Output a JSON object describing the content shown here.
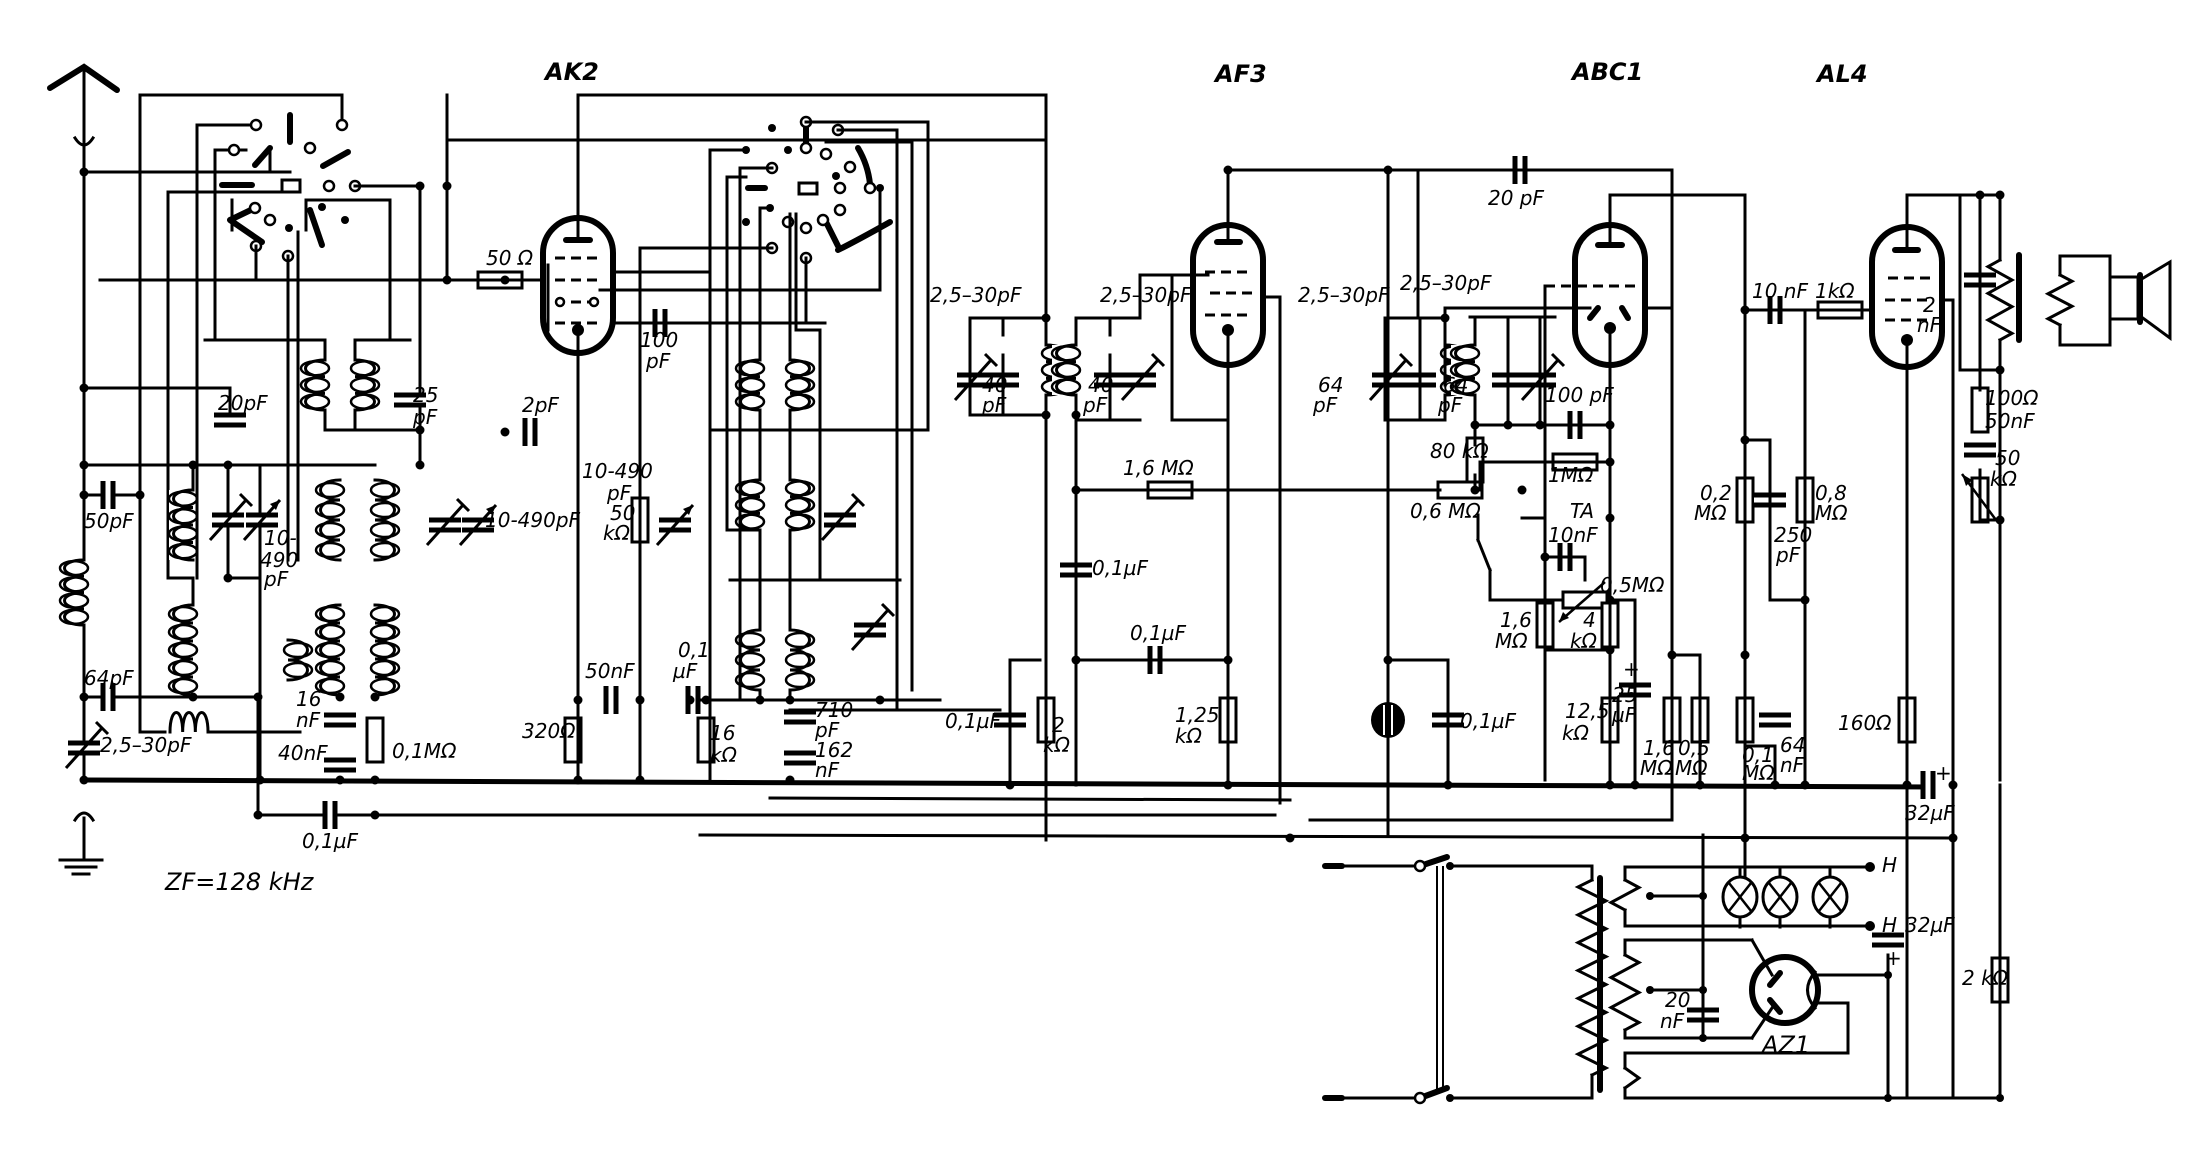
{
  "title": "Radio receiver schematic",
  "intermediate_frequency": "ZF=128 kHz",
  "tubes": [
    {
      "id": "ak2",
      "label": "AK2"
    },
    {
      "id": "af3",
      "label": "AF3"
    },
    {
      "id": "abc1",
      "label": "ABC1"
    },
    {
      "id": "al4",
      "label": "AL4"
    },
    {
      "id": "az1",
      "label": "AZ1"
    }
  ],
  "labels": {
    "c_20pF_ant": "20pF",
    "c_50pF": "50pF",
    "c_64pF_in": "64pF",
    "c_trim_in": "2,5–30pF",
    "c_var_in_a": "10-",
    "c_var_in_b": "490",
    "c_var_in_c": "pF",
    "c_16nF_a": "16",
    "c_16nF_b": "nF",
    "c_40nF": "40nF",
    "r_01M": "0,1MΩ",
    "c_01uF_bot": "0,1µF",
    "c_25pF_a": "25",
    "c_25pF_b": "pF",
    "c_var_osc": "10-490pF",
    "r_50ohm": "50 Ω",
    "c_2pF": "2pF",
    "c_100pF_a": "100",
    "c_100pF_b": "pF",
    "c_var_osc2_a": "10-490",
    "c_var_osc2_b": "pF",
    "r_50k_a": "50",
    "r_50k_b": "kΩ",
    "r_320": "320Ω",
    "c_50nF": "50nF",
    "c_01uF_g_a": "0,1",
    "c_01uF_g_b": "µF",
    "r_16k_a": "16",
    "r_16k_b": "kΩ",
    "c_710pF_a": "710",
    "c_710pF_b": "pF",
    "c_162nF_a": "162",
    "c_162nF_b": "nF",
    "c_if1_trim": "2,5–30pF",
    "c_if1_40_a": "40",
    "c_if1_40_b": "pF",
    "c_if1b_trim": "2,5–30pF",
    "c_if1b_40_a": "40",
    "c_if1b_40_b": "pF",
    "c_01uF_if": "0,1µF",
    "r_2k_a": "2",
    "r_2k_b": "kΩ",
    "r_16M_agc": "1,6 MΩ",
    "c_01uF_agc": "0,1µF",
    "c_01uF_agc2": "0,1µF",
    "r_125k_a": "1,25",
    "r_125k_b": "kΩ",
    "c_20pF_fb": "20 pF",
    "c_if2_trim": "2,5–30pF",
    "c_if2_64_a": "64",
    "c_if2_64_b": "pF",
    "c_if2b_trim": "2,5–30pF",
    "c_if2b_64_a": "64",
    "c_if2b_64_b": "pF",
    "c_100pF_det": "100 pF",
    "r_80k": "80 kΩ",
    "r_1M": "1MΩ",
    "r_06M": "0,6 MΩ",
    "ta": "TA",
    "c_10nF_ta": "10nF",
    "r_05M_pot": "0,5MΩ",
    "r_16M_a": "1,6",
    "r_16M_b": "MΩ",
    "r_4k_a": "4",
    "r_4k_b": "kΩ",
    "c_25uF_a": "25",
    "c_25uF_b": "µF",
    "r_125k2_a": "12,5",
    "r_125k2_b": "kΩ",
    "c_01uF_mag": "0,1µF",
    "r_16M2_a": "1,6",
    "r_16M2_b": "MΩ",
    "r_05M2_a": "0,5",
    "r_05M2_b": "MΩ",
    "c_10nF_cpl": "10 nF",
    "r_1k": "1kΩ",
    "r_02M_a": "0,2",
    "r_02M_b": "MΩ",
    "c_250pF_a": "250",
    "c_250pF_b": "pF",
    "r_08M_a": "0,8",
    "r_08M_b": "MΩ",
    "r_01M2_a": "0,1",
    "r_01M2_b": "MΩ",
    "c_64nF_a": "64",
    "c_64nF_b": "nF",
    "r_160": "160Ω",
    "c_32uF_1": "32µF",
    "c_2nF_a": "2",
    "c_2nF_b": "nF",
    "r_100ohm": "100Ω",
    "c_50nF_tone": "50nF",
    "r_50k_tone_a": "50",
    "r_50k_tone_b": "kΩ",
    "heater_h1": "H",
    "heater_h2": "H",
    "c_32uF_2": "32µF",
    "r_2k_psu": "2 kΩ",
    "c_20nF_a": "20",
    "c_20nF_b": "nF",
    "plus_1": "+",
    "plus_2": "+",
    "plus_3": "+"
  },
  "icons": {
    "antenna": "antenna-icon",
    "ground": "ground-icon",
    "speaker": "speaker-icon",
    "pilot_lamp": "lamp-icon",
    "magic_eye": "tuning-indicator-icon"
  }
}
